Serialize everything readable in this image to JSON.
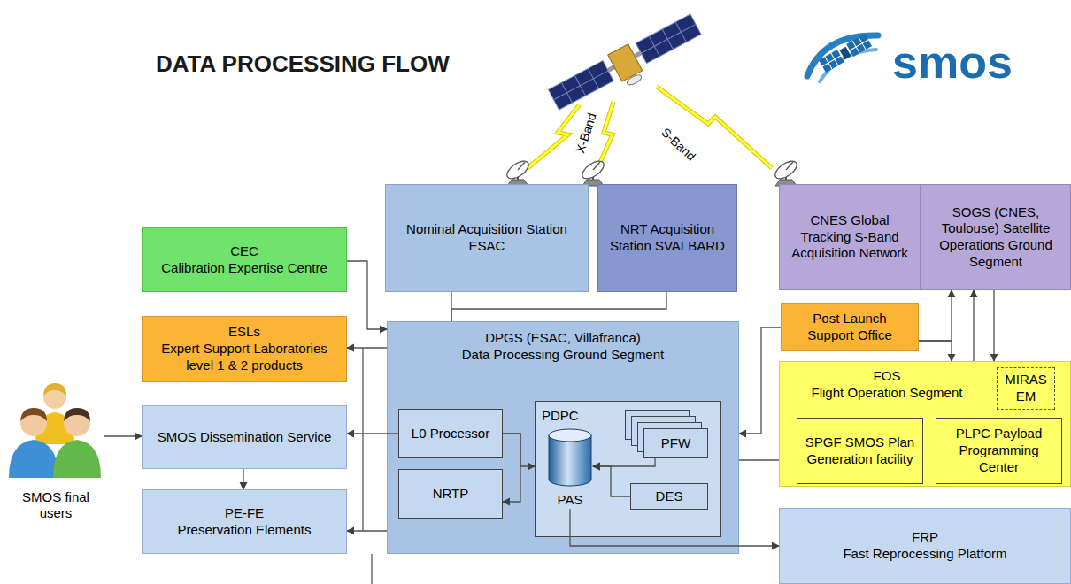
{
  "diagram": {
    "title": "DATA PROCESSING FLOW",
    "nodes": [
      {
        "text": [
          "Nominal Acquisition Station ESAC"
        ]
      },
      {
        "text": [
          "NRT Acquisition Station SVALBARD"
        ]
      },
      {
        "text": [
          "CNES Global Tracking S-Band Acquisition Network"
        ]
      },
      {
        "text": [
          "SOGS (CNES, Toulouse) Satellite Operations Ground Segment"
        ]
      },
      {
        "text": [
          "CEC",
          "Calibration Expertise Centre"
        ]
      },
      {
        "text": [
          "Post Launch Support Office"
        ]
      },
      {
        "text": [
          "ESLs",
          "Expert Support Laboratories level 1 & 2 products"
        ]
      },
      {
        "text": [
          "DPGS (ESAC, Villafranca)",
          "Data Processing Ground Segment"
        ]
      },
      {
        "text": [
          "FOS",
          "Flight Operation Segment"
        ]
      },
      {
        "text": [
          "MIRAS EM"
        ],
        "in": 8
      },
      {
        "text": [
          "SPGF SMOS Plan Generation facility"
        ],
        "in": 8
      },
      {
        "text": [
          "PLPC Payload Programming Center"
        ],
        "in": 8
      },
      {
        "text": [
          "SMOS final users"
        ]
      },
      {
        "text": [
          "SMOS Dissemination Service"
        ]
      },
      {
        "text": [
          "L0 Processor"
        ],
        "in": 7
      },
      {
        "text": [
          "PDPC"
        ],
        "in": 7
      },
      {
        "text": [
          "PAS"
        ],
        "in": 15
      },
      {
        "text": [
          "PFW"
        ],
        "in": 15
      },
      {
        "text": [
          "DES"
        ],
        "in": 15
      },
      {
        "text": [
          "NRTP"
        ],
        "in": 7
      },
      {
        "text": [
          "PE-FE",
          "Preservation Elements"
        ]
      },
      {
        "text": [
          "FRP",
          "Fast Reprocessing Platform"
        ]
      }
    ],
    "edges": [
      {
        "from": 0,
        "to": 7,
        "arrow": "none"
      },
      {
        "from": 1,
        "to": 7,
        "arrow": "none"
      },
      {
        "from": 4,
        "to": 7,
        "arrow": "to"
      },
      {
        "from": 7,
        "to": 6,
        "arrow": "to"
      },
      {
        "from": 7,
        "to": 20,
        "arrow": "to"
      },
      {
        "from": 12,
        "to": 13,
        "arrow": "to"
      },
      {
        "from": 14,
        "to": 13,
        "arrow": "to"
      },
      {
        "from": 13,
        "to": 20,
        "arrow": "to"
      },
      {
        "from": 14,
        "to": 15,
        "arrow": "to"
      },
      {
        "from": 14,
        "to": 19,
        "arrow": "to"
      },
      {
        "from": 17,
        "to": 16,
        "arrow": "to"
      },
      {
        "from": 18,
        "to": 16,
        "arrow": "to"
      },
      {
        "from": 16,
        "to": 21,
        "arrow": "to"
      },
      {
        "from": 5,
        "to": 7,
        "arrow": "to"
      },
      {
        "from": 7,
        "to": 8,
        "arrow": "none"
      },
      {
        "from": 5,
        "to": 3,
        "arrow": "to"
      },
      {
        "from": 5,
        "to": 8,
        "arrow": "to"
      },
      {
        "from": 8,
        "to": 3,
        "arrow": "to"
      },
      {
        "from": 3,
        "to": 8,
        "arrow": "to"
      }
    ],
    "labels": [
      "X-Band",
      "S-Band",
      "smos"
    ]
  }
}
